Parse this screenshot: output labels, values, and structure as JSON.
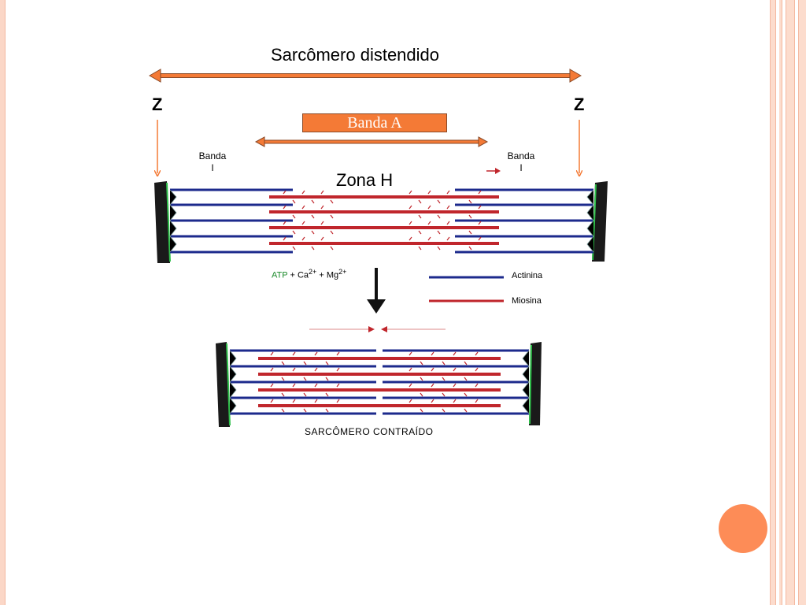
{
  "title": "Sarcômero distendido",
  "z_left": "Z",
  "z_right": "Z",
  "banda_a": "Banda A",
  "banda_i_left": [
    "Banda",
    "I"
  ],
  "banda_i_right": [
    "Banda",
    "I"
  ],
  "zona_h": "Zona H",
  "reaction": {
    "atp": "ATP",
    "plus1": "+",
    "ca": "Ca",
    "ca_charge": "2+",
    "plus2": "+",
    "mg": "Mg",
    "mg_charge": "2+"
  },
  "legend": {
    "actinina": "Actinina",
    "miosina": "Miosina"
  },
  "caption": "SARCÔMERO CONTRAÍDO",
  "colors": {
    "actin": "#1c2a8c",
    "myosin": "#c0262c",
    "zline": "#1a1a1a",
    "zline_edge": "#2fbf4a",
    "orange": "#f47a36",
    "accent_circle": "#fd8c57"
  }
}
